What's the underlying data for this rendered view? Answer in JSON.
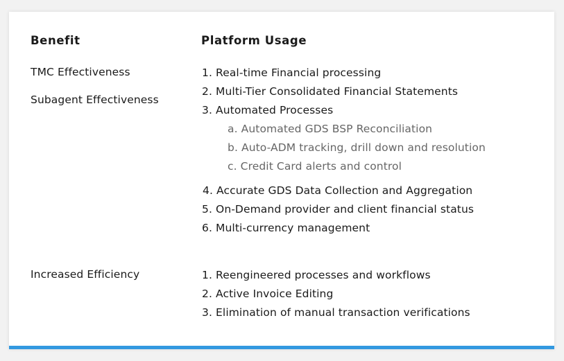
{
  "table": {
    "headers": {
      "benefit": "Benefit",
      "platform_usage": "Platform Usage"
    },
    "benefits": {
      "tmc": "TMC Effectiveness",
      "subagent": "Subagent Effectiveness",
      "efficiency": "Increased Efficiency"
    },
    "usage_group_1": [
      "1.  Real-time Financial processing",
      "2. Multi-Tier Consolidated Financial Statements",
      "3. Automated Processes"
    ],
    "usage_group_1_sub": [
      "a. Automated GDS BSP Reconciliation",
      "b. Auto-ADM tracking, drill down and resolution",
      "c. Credit Card alerts and control"
    ],
    "usage_group_1_more": [
      "4. Accurate GDS Data Collection and Aggregation",
      "5. On-Demand provider and client financial status",
      "6. Multi-currency management"
    ],
    "usage_group_2": [
      "1.  Reengineered processes and workflows",
      "2. Active Invoice Editing",
      "3. Elimination of manual transaction verifications"
    ]
  },
  "colors": {
    "accent_bar": "#3399e0",
    "text": "#1a1a1a",
    "subtext": "#666666",
    "card": "#ffffff"
  }
}
